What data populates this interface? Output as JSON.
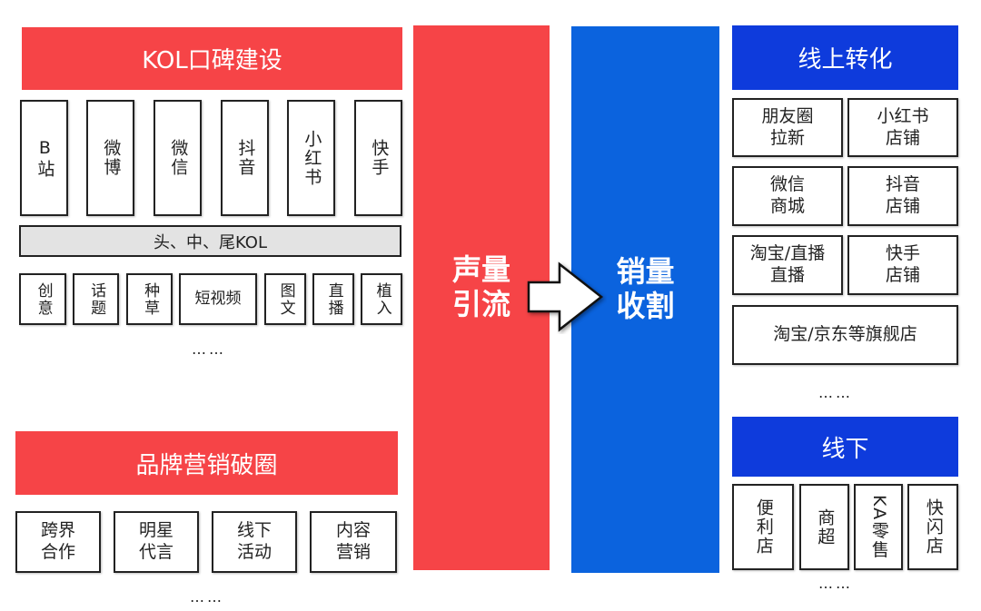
{
  "left": {
    "kol_title": "KOL口碑建设",
    "platforms": [
      "B站",
      "微博",
      "微信",
      "抖音",
      "小红书",
      "快手"
    ],
    "kol_tiers": "头、中、尾KOL",
    "content_types": [
      "创意",
      "话题",
      "种草",
      "短视频",
      "图文",
      "直播",
      "植入"
    ],
    "ellipsis1": "……",
    "brand_title": "品牌营销破圈",
    "brand_items": [
      "跨界\n合作",
      "明星\n代言",
      "线下\n活动",
      "内容\n营销"
    ],
    "ellipsis2": "……"
  },
  "middle": {
    "traffic_label": "声量\n引流",
    "sales_label": "销量\n收割"
  },
  "right": {
    "online_title": "线上转化",
    "online_items": [
      "朋友圈\n拉新",
      "小红书\n店铺",
      "微信\n商城",
      "抖音\n店铺",
      "淘宝/直播\n直播",
      "快手\n店铺"
    ],
    "flagship": "淘宝/京东等旗舰店",
    "ellipsis1": "……",
    "offline_title": "线下",
    "offline_items": [
      "便利店",
      "商超",
      "KA零售",
      "快闪店"
    ],
    "ellipsis2": "……"
  },
  "colors": {
    "red": "#F64447",
    "blue_column": "#0B63DE",
    "blue_header": "#0E3BDC"
  }
}
